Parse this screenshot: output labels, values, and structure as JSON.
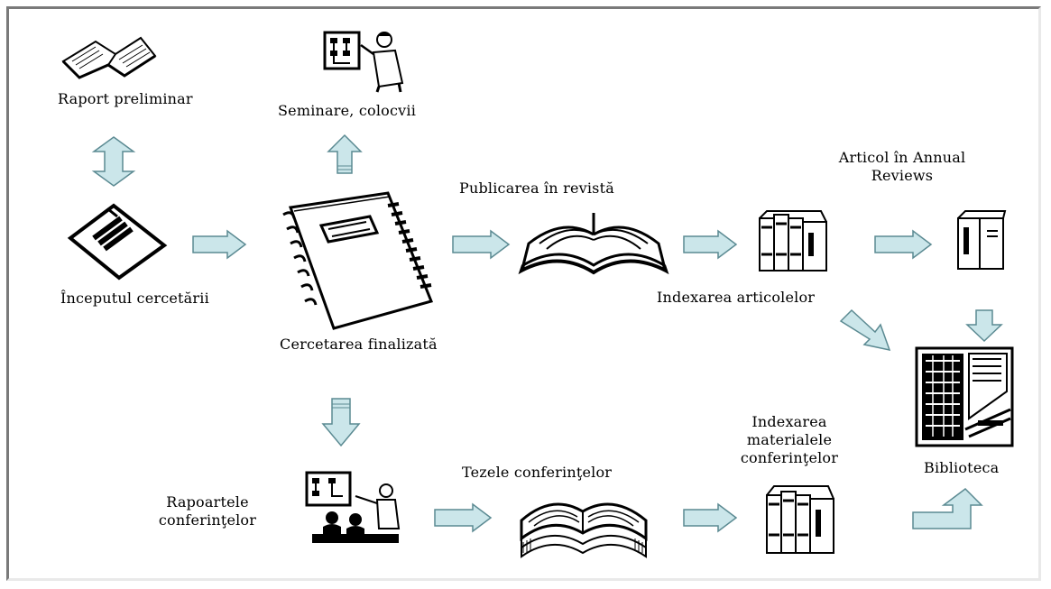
{
  "colors": {
    "arrow_fill": "#cbe6ea",
    "arrow_stroke": "#5b8a92",
    "ink": "#000000"
  },
  "labels": {
    "raport_preliminar": "Raport preliminar",
    "seminare": "Seminare, colocvii",
    "inceputul": "Începutul cercetării",
    "cercetarea_finalizata": "Cercetarea finalizată",
    "publicarea": "Publicarea în revistă",
    "articol_line1": "Articol în Annual",
    "articol_line2": "Reviews",
    "indexarea_articolelor": "Indexarea articolelor",
    "biblioteca": "Biblioteca",
    "rapoartele_line1": "Rapoartele",
    "rapoartele_line2": "conferinţelor",
    "tezele": "Tezele conferinţelor",
    "indexarea_mat_line1": "Indexarea",
    "indexarea_mat_line2": "materialele",
    "indexarea_mat_line3": "conferinţelor"
  },
  "icons": {
    "open_book_small": "open-book-icon",
    "presenter": "presenter-icon",
    "document": "document-icon",
    "notebook": "spiral-notebook-icon",
    "open_book_large": "open-book-icon",
    "binders": "binders-icon",
    "binder_single": "binder-icon",
    "library": "library-icon",
    "meeting": "meeting-icon",
    "stacked_papers": "stacked-papers-icon"
  }
}
